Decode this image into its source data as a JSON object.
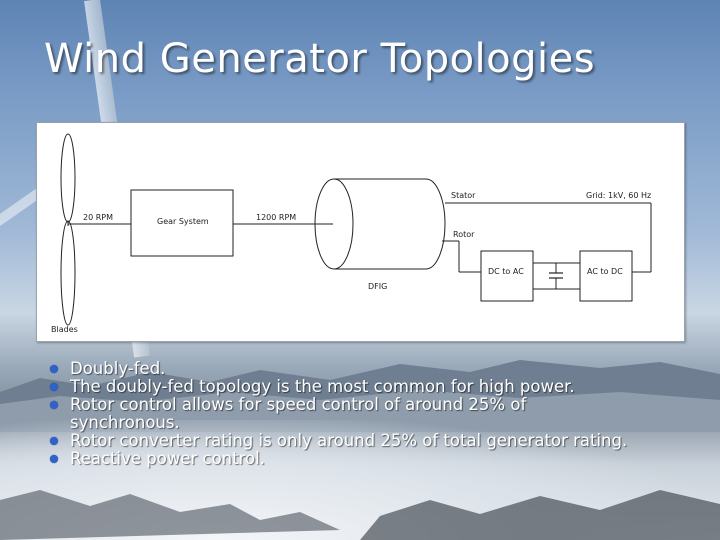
{
  "slide": {
    "title": "Wind Generator Topologies"
  },
  "diagram": {
    "labels": {
      "blades": "Blades",
      "rpm_low": "20 RPM",
      "gear_system": "Gear System",
      "rpm_high": "1200 RPM",
      "generator": "DFIG",
      "stator": "Stator",
      "grid": "Grid: 1kV, 60 Hz",
      "rotor": "Rotor",
      "dc_to_ac": "DC to AC",
      "ac_to_dc": "AC to DC"
    }
  },
  "bullets": [
    "Doubly-fed.",
    "The doubly-fed topology is the most common for high power.",
    "Rotor control allows for speed control of around 25% of synchronous.",
    "Rotor converter rating is only around 25% of total generator rating.",
    "Reactive power control."
  ]
}
